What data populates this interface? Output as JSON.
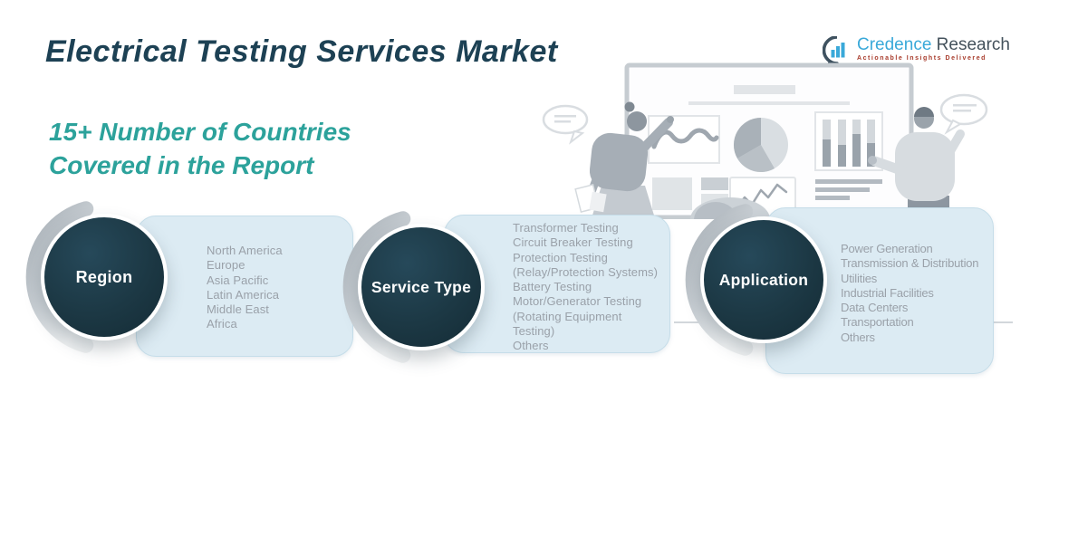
{
  "header": {
    "title": "Electrical Testing Services Market",
    "subtitle_line1": "15+ Number of Countries",
    "subtitle_line2": "Covered in the Report"
  },
  "logo": {
    "brand_primary": "Credence",
    "brand_secondary": "Research",
    "tagline": "Actionable Insights Delivered"
  },
  "sections": [
    {
      "label": "Region",
      "lines": [
        "North America",
        "Europe",
        "Asia Pacific",
        "Latin America",
        "Middle East",
        "Africa"
      ]
    },
    {
      "label": "Service Type",
      "lines": [
        "Transformer Testing",
        "Circuit Breaker Testing",
        "Protection Testing",
        "(Relay/Protection Systems)",
        "Battery Testing",
        "Motor/Generator Testing",
        "(Rotating Equipment",
        "Testing)",
        "Others"
      ]
    },
    {
      "label": "Application",
      "lines": [
        "Power Generation",
        "Transmission & Distribution",
        "Utilities",
        "Industrial Facilities",
        "Data Centers",
        "Transportation",
        "Others"
      ]
    }
  ],
  "illustration": {
    "description": "Two people presenting charts on a whiteboard",
    "elements": [
      "speech-bubble",
      "line-chart",
      "pie-chart",
      "bar-chart",
      "trend-chart"
    ]
  },
  "colors": {
    "title": "#1d4154",
    "subtitle": "#2ca29b",
    "circle_fill": "#1c3844",
    "card_fill": "#dcebf3",
    "card_border": "#c5dde9",
    "list_text": "#9aa1a9",
    "crescent_gray": "#b0b8be",
    "logo_blue": "#3aa9d9",
    "logo_dark": "#44525c",
    "tagline_red": "#a73a2a"
  }
}
